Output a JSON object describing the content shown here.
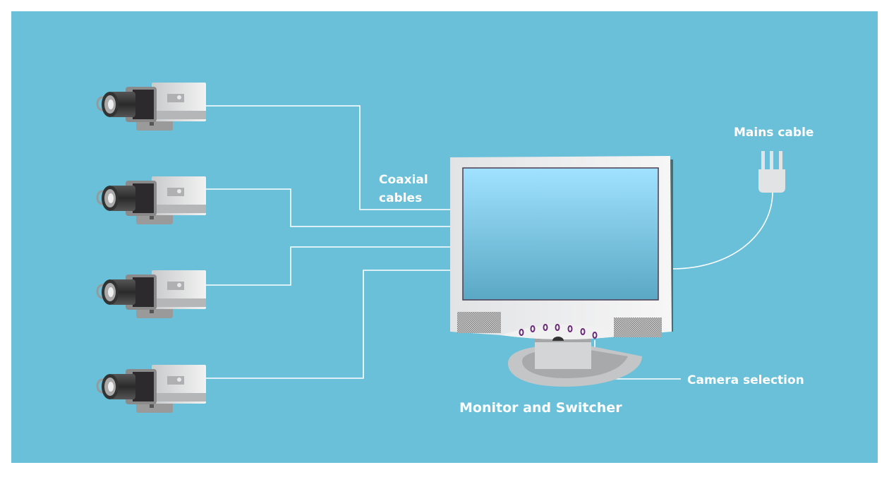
{
  "colors": {
    "background": "#6ac0d8",
    "cable": "#ffffff",
    "screen_top": "#a0e2ff",
    "screen_bottom": "#5aa8c4",
    "button": "#6a2a7a"
  },
  "labels": {
    "coaxial_line1": "Coaxial",
    "coaxial_line2": "cables",
    "mains": "Mains cable",
    "camera_selection": "Camera selection",
    "monitor": "Monitor and Switcher"
  },
  "cameras": [
    {
      "name": "camera-1"
    },
    {
      "name": "camera-2"
    },
    {
      "name": "camera-3"
    },
    {
      "name": "camera-4"
    }
  ]
}
